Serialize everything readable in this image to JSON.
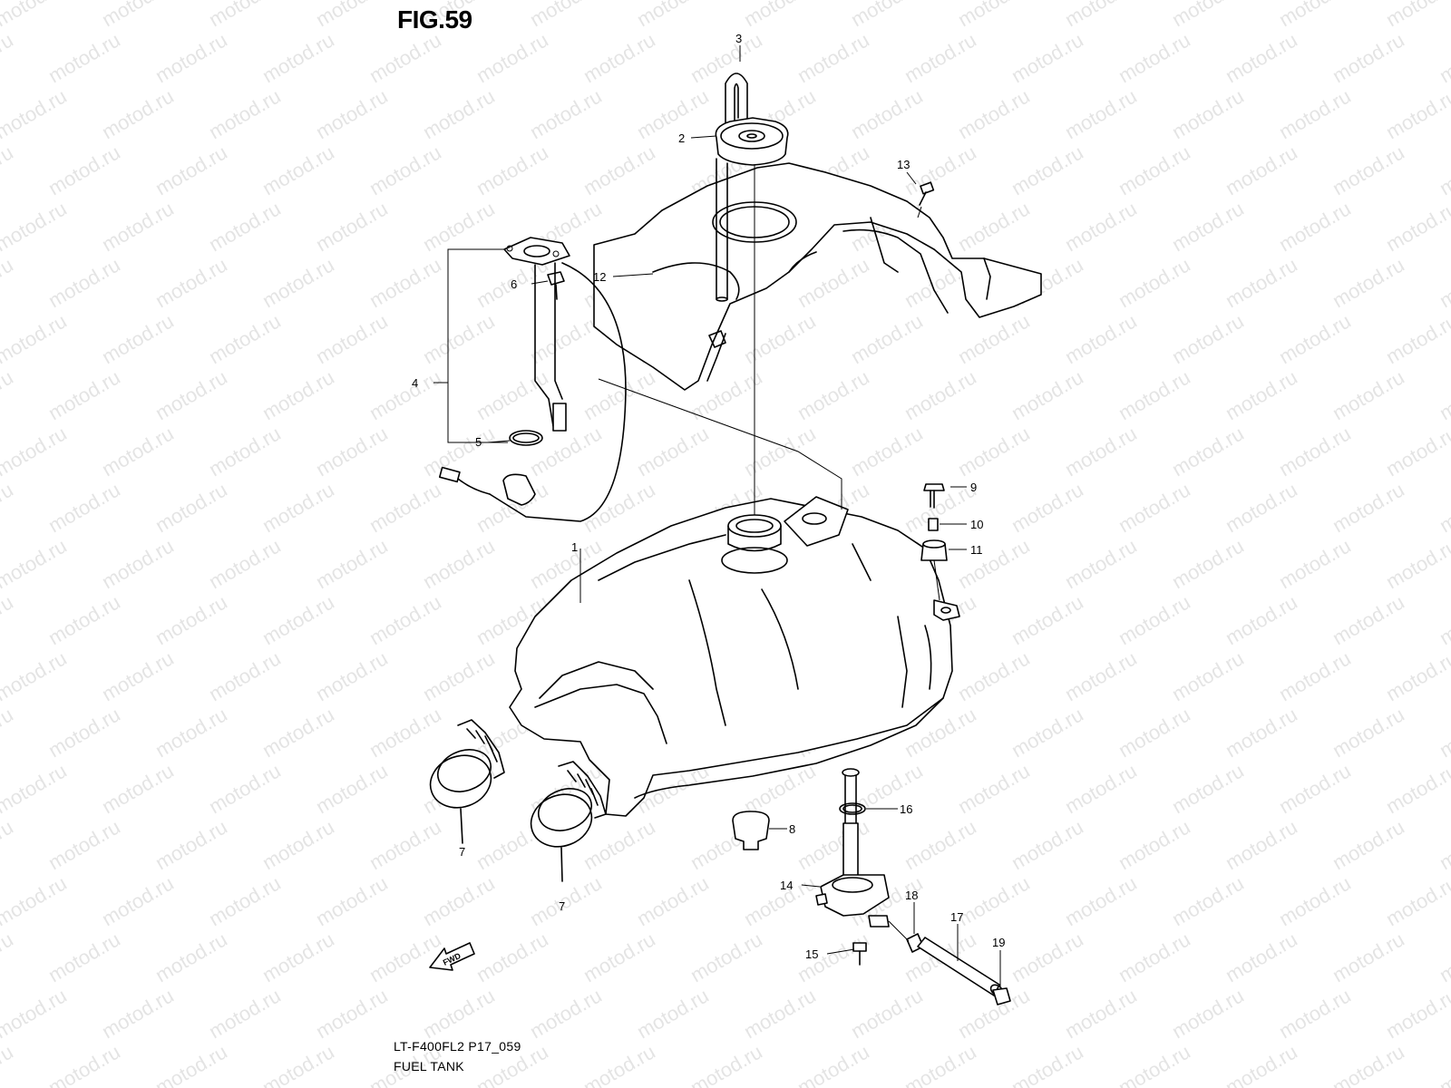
{
  "figure": {
    "title": "FIG.59",
    "model_code": "LT-F400FL2 P17_059",
    "caption": "FUEL TANK"
  },
  "watermark": {
    "text": "motod.ru",
    "color": "#cfcfcf"
  },
  "fwd_arrow_label": "FWD",
  "callouts": {
    "p1": "1",
    "p2": "2",
    "p3": "3",
    "p4": "4",
    "p5": "5",
    "p6": "6",
    "p7a": "7",
    "p7b": "7",
    "p8": "8",
    "p9": "9",
    "p10": "10",
    "p11": "11",
    "p12": "12",
    "p13": "13",
    "p14": "14",
    "p15": "15",
    "p16": "16",
    "p17": "17",
    "p18": "18",
    "p19": "19"
  }
}
